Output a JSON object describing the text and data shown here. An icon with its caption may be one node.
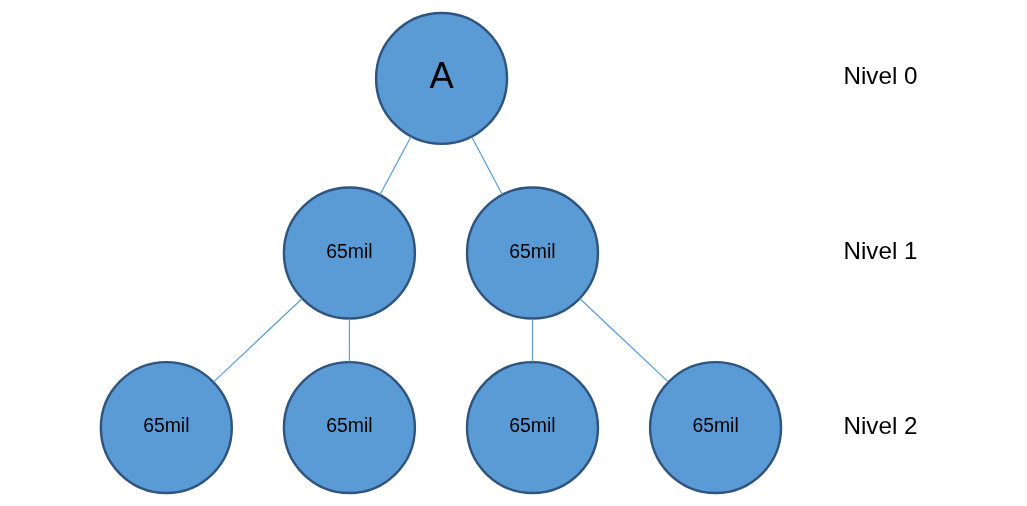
{
  "diagram": {
    "nodes": [
      {
        "text": [
          "A"
        ]
      },
      {
        "text": [
          "65mil"
        ]
      },
      {
        "text": [
          "65mil"
        ]
      },
      {
        "text": [
          "65mil"
        ]
      },
      {
        "text": [
          "65mil"
        ]
      },
      {
        "text": [
          "65mil"
        ]
      },
      {
        "text": [
          "65mil"
        ]
      }
    ],
    "edges": [
      {
        "from": 0,
        "to": 1,
        "arrow": "none"
      },
      {
        "from": 0,
        "to": 2,
        "arrow": "none"
      },
      {
        "from": 1,
        "to": 3,
        "arrow": "none"
      },
      {
        "from": 1,
        "to": 4,
        "arrow": "none"
      },
      {
        "from": 2,
        "to": 5,
        "arrow": "none"
      },
      {
        "from": 2,
        "to": 6,
        "arrow": "none"
      }
    ],
    "labels": [
      "Nivel 0",
      "Nivel 1",
      "Nivel 2"
    ]
  }
}
